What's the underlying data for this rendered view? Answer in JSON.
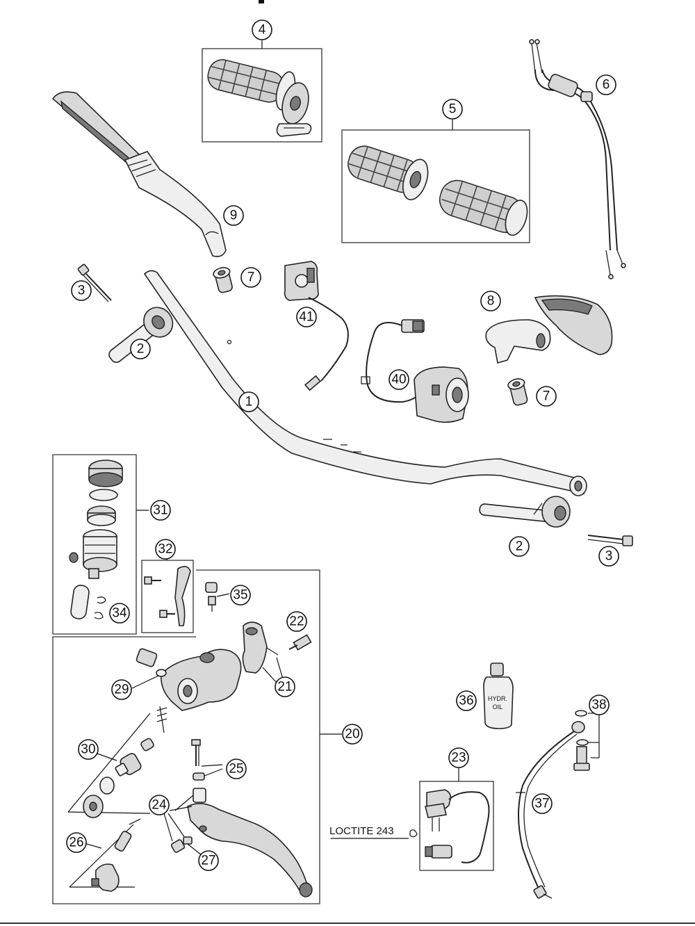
{
  "callouts": {
    "c1": "1",
    "c2a": "2",
    "c2b": "2",
    "c3a": "3",
    "c3b": "3",
    "c4": "4",
    "c5": "5",
    "c6": "6",
    "c7a": "7",
    "c7b": "7",
    "c8": "8",
    "c9": "9",
    "c20": "20",
    "c21": "21",
    "c22": "22",
    "c23": "23",
    "c24": "24",
    "c25": "25",
    "c26": "26",
    "c27": "27",
    "c29": "29",
    "c30": "30",
    "c31": "31",
    "c32": "32",
    "c34": "34",
    "c35": "35",
    "c36": "36",
    "c37": "37",
    "c38": "38",
    "c40": "40",
    "c41": "41"
  },
  "notes": {
    "loctite": "LOCTITE 243",
    "bottle_line1": "HYDR.",
    "bottle_line2": "OIL"
  }
}
